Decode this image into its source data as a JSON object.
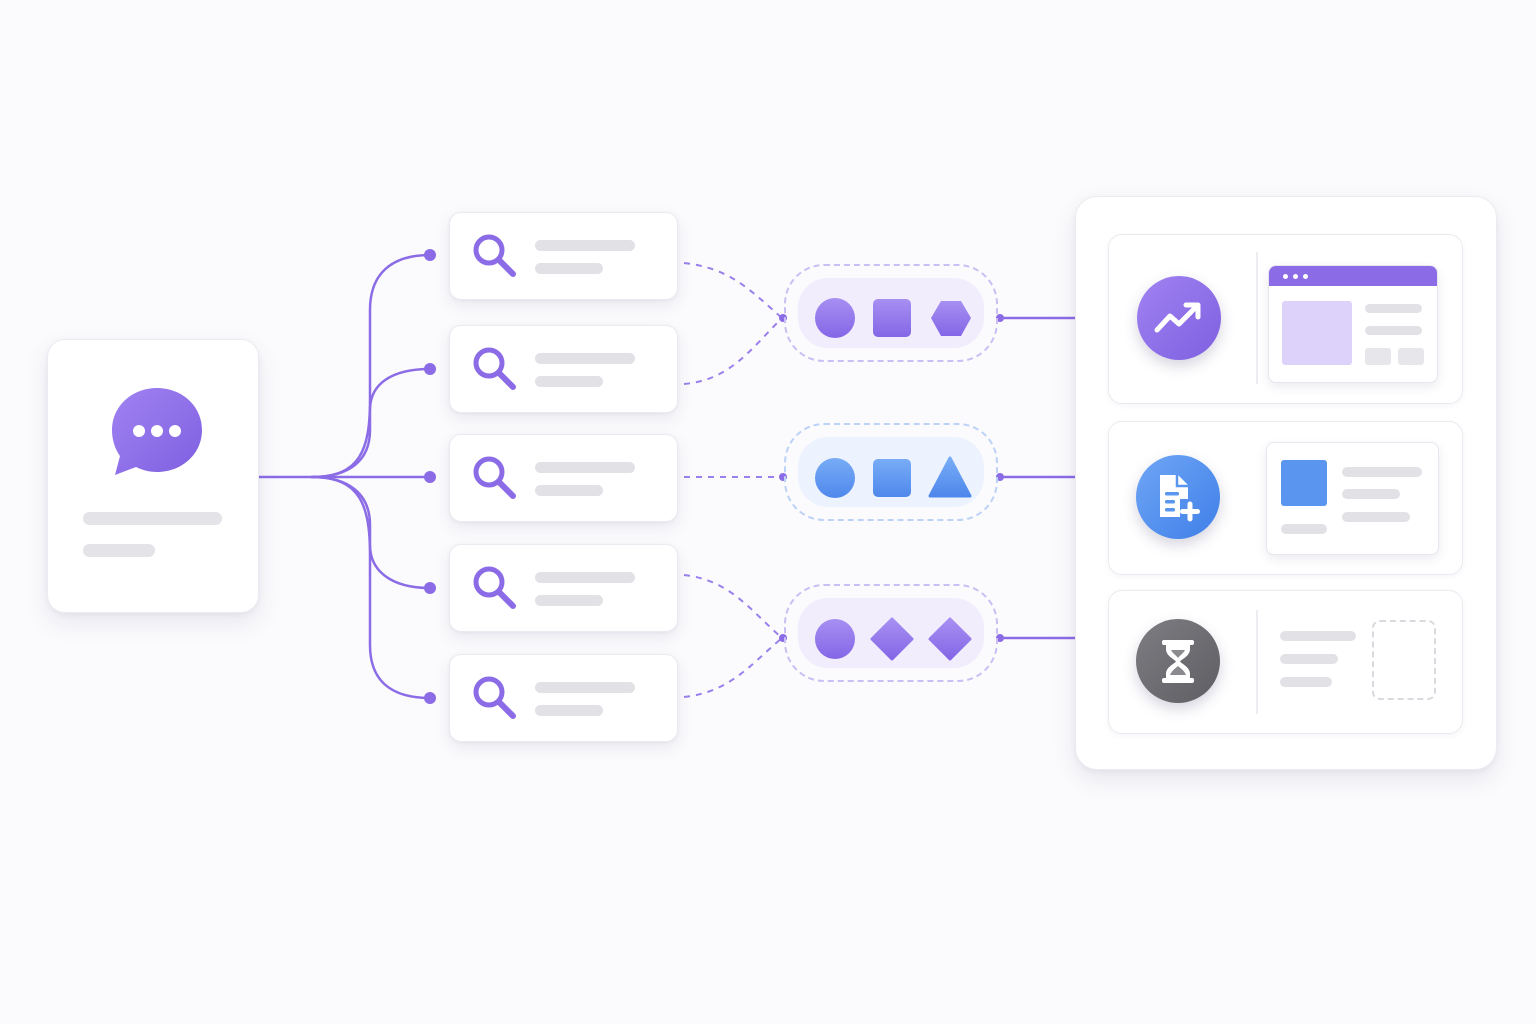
{
  "colors": {
    "purple": "#8b6ce6",
    "purple_light": "#a58cf0",
    "blue": "#5a95ef",
    "gray_icon": "#6f6f73",
    "bar_gray": "#e1e1e6",
    "line_purple": "#8b6ce6"
  },
  "source": {
    "icon": "chat-bubble-icon"
  },
  "queries": [
    {
      "icon": "search-icon"
    },
    {
      "icon": "search-icon"
    },
    {
      "icon": "search-icon"
    },
    {
      "icon": "search-icon"
    },
    {
      "icon": "search-icon"
    }
  ],
  "groups": [
    {
      "theme": "purple",
      "shapes": [
        "circle",
        "square",
        "hexagon"
      ]
    },
    {
      "theme": "blue",
      "shapes": [
        "circle",
        "square",
        "triangle"
      ]
    },
    {
      "theme": "purple",
      "shapes": [
        "circle",
        "diamond",
        "diamond"
      ]
    }
  ],
  "results": [
    {
      "icon": "trending-up-icon",
      "status": "complete",
      "preview": "browser-window"
    },
    {
      "icon": "file-add-icon",
      "status": "in-progress",
      "preview": "content-card"
    },
    {
      "icon": "hourglass-icon",
      "status": "pending",
      "preview": "placeholder"
    }
  ]
}
